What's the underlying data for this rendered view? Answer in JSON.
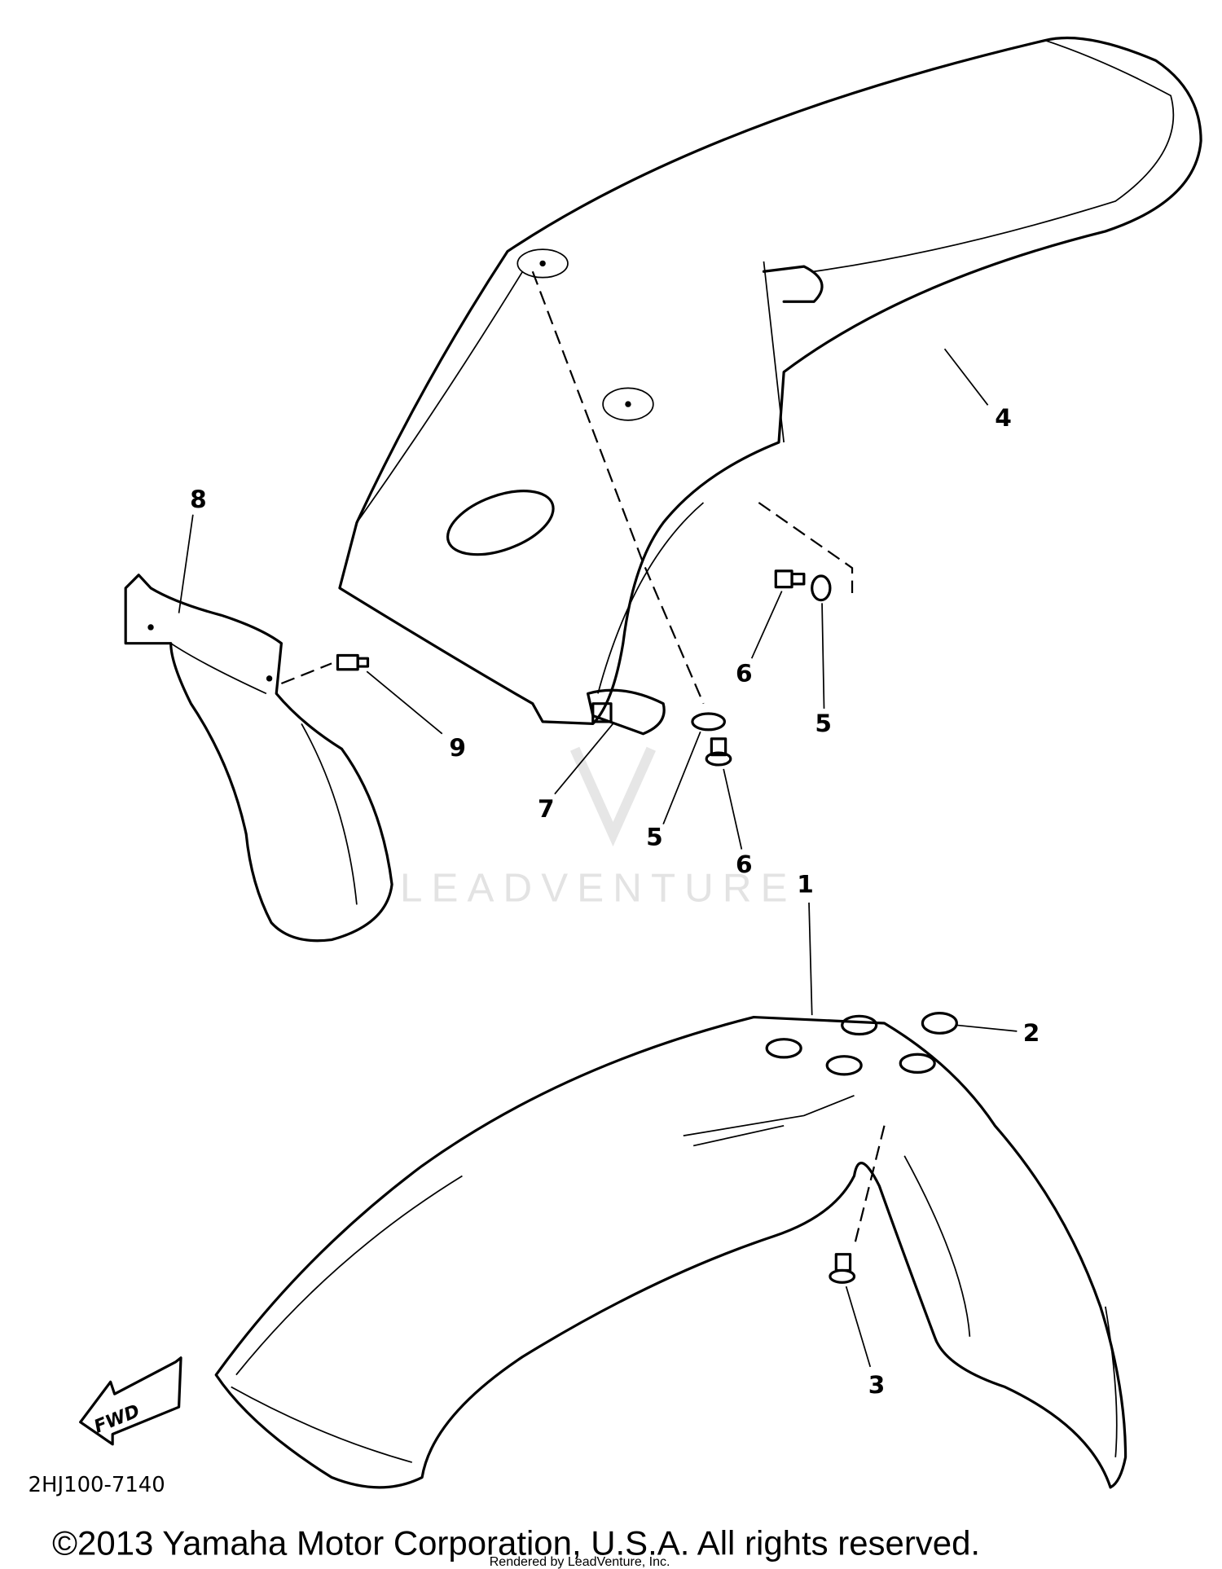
{
  "diagram": {
    "callouts": [
      {
        "id": "callout-4",
        "text": "4"
      },
      {
        "id": "callout-8",
        "text": "8"
      },
      {
        "id": "callout-9",
        "text": "9"
      },
      {
        "id": "callout-6a",
        "text": "6"
      },
      {
        "id": "callout-5a",
        "text": "5"
      },
      {
        "id": "callout-7",
        "text": "7"
      },
      {
        "id": "callout-5b",
        "text": "5"
      },
      {
        "id": "callout-6b",
        "text": "6"
      },
      {
        "id": "callout-1",
        "text": "1"
      },
      {
        "id": "callout-2",
        "text": "2"
      },
      {
        "id": "callout-3",
        "text": "3"
      }
    ],
    "fwd_label": "FWD",
    "part_number": "2HJ100-7140",
    "watermark": "LEADVENTURE",
    "copyright": "©2013 Yamaha Motor Corporation, U.S.A. All rights reserved.",
    "rendered_by": "Rendered by LeadVenture, Inc."
  }
}
